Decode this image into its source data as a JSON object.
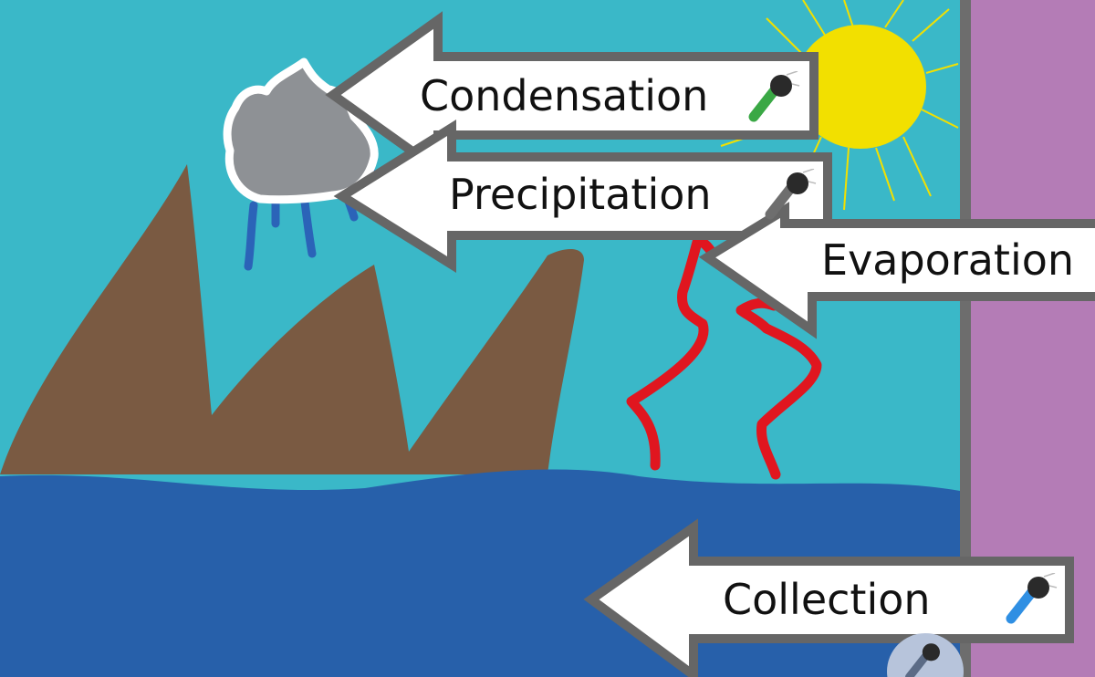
{
  "labels": {
    "condensation": "Condensation",
    "precipitation": "Precipitation",
    "evaporation": "Evaporation",
    "collection": "Collection"
  },
  "mic_colors": {
    "condensation": "#3aa845",
    "precipitation": "#6e6e6e",
    "collection": "#2f8fe3",
    "record_button": "#5b6b86"
  },
  "colors": {
    "sky": "#3ab8c8",
    "sea": "#2760aa",
    "mountains": "#7a5a42",
    "sun": "#f2e000",
    "cloud": "#8e9195",
    "rain": "#2b63b8",
    "heat": "#e0161f",
    "side_panel": "#b47cb6",
    "arrow_border": "#666666",
    "arrow_fill": "#ffffff"
  },
  "icons": {
    "mic": "microphone-icon",
    "sun": "sun-icon",
    "cloud": "cloud-icon"
  }
}
